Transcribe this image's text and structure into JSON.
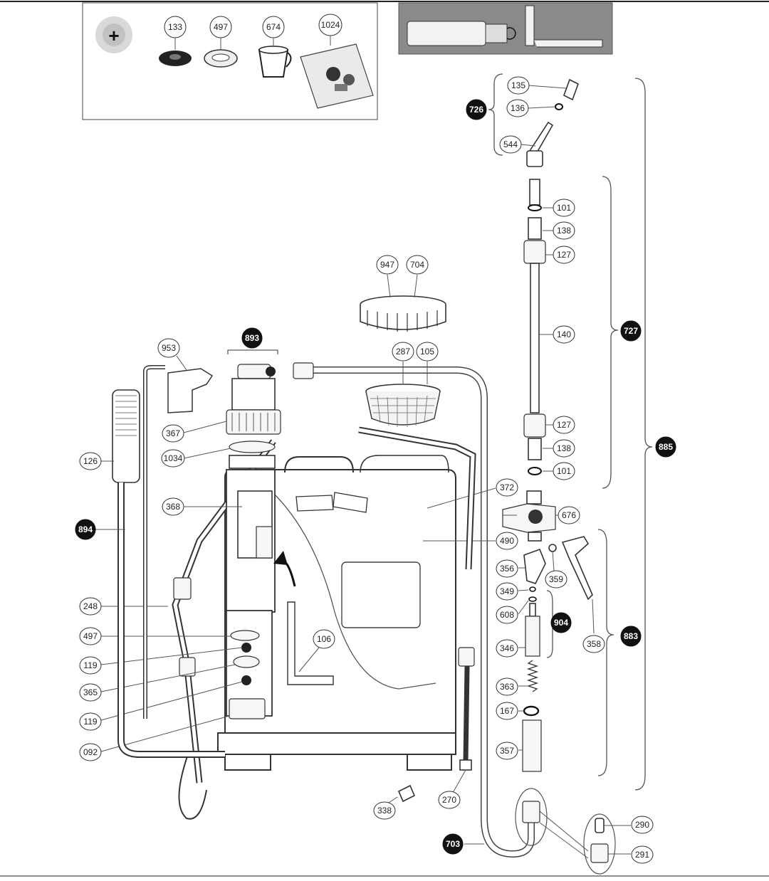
{
  "kit_box": {
    "plus_symbol": "+",
    "items": [
      "133",
      "497",
      "674",
      "1024"
    ]
  },
  "parts": {
    "p135": "135",
    "p136": "136",
    "p544": "544",
    "p101a": "101",
    "p138a": "138",
    "p127a": "127",
    "p140": "140",
    "p127b": "127",
    "p138b": "138",
    "p101b": "101",
    "p947": "947",
    "p704": "704",
    "p287": "287",
    "p105": "105",
    "p953": "953",
    "p367": "367",
    "p1034": "1034",
    "p368": "368",
    "p126": "126",
    "p248": "248",
    "p497": "497",
    "p119a": "119",
    "p365": "365",
    "p119b": "119",
    "p092": "092",
    "p106": "106",
    "p372": "372",
    "p676": "676",
    "p490": "490",
    "p356": "356",
    "p359": "359",
    "p349": "349",
    "p608": "608",
    "p346": "346",
    "p358": "358",
    "p363": "363",
    "p167": "167",
    "p357": "357",
    "p338": "338",
    "p270": "270",
    "p290": "290",
    "p291": "291"
  },
  "groups": {
    "g726": "726",
    "g727": "727",
    "g885": "885",
    "g893": "893",
    "g894": "894",
    "g904": "904",
    "g883": "883",
    "g703": "703"
  },
  "colors": {
    "group_badge": "#111111",
    "inset_background": "#8a8a8a"
  }
}
